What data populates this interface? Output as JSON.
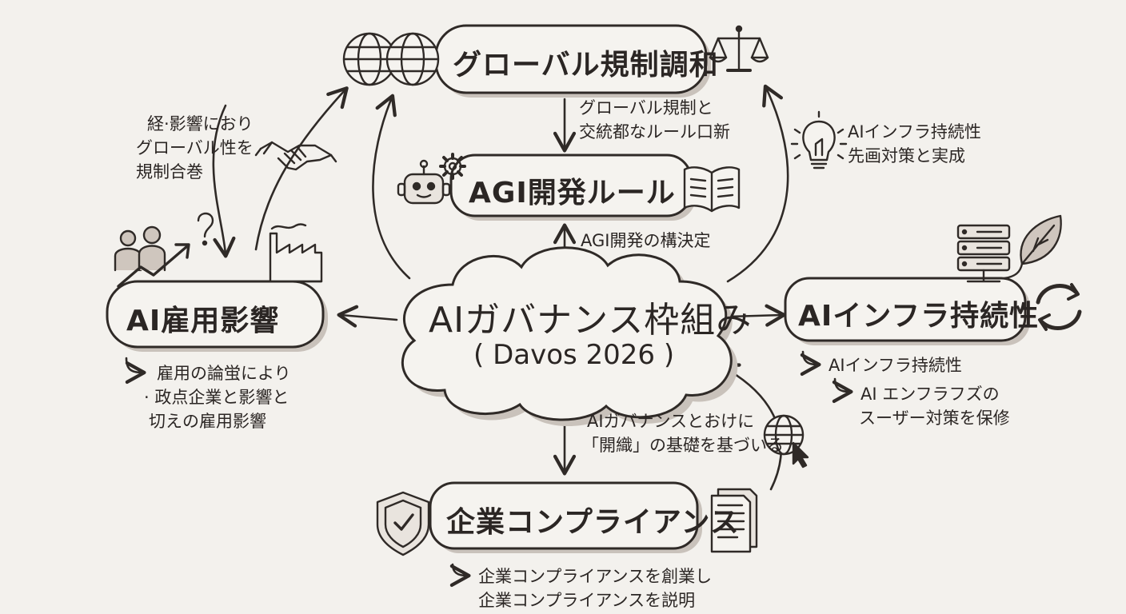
{
  "nodes": {
    "center": {
      "title": "AIガバナンス枠組み",
      "subtitle": "( Davos 2026 )"
    },
    "global": {
      "title": "グローバル規制調和"
    },
    "agi": {
      "title": "AGI開発ルール"
    },
    "employment": {
      "title": "AI雇用影響"
    },
    "infra": {
      "title": "AIインフラ持続性"
    },
    "compliance": {
      "title": "企業コンプライアンス"
    }
  },
  "edge_labels": {
    "global_to_agi": [
      "グローバル規制と",
      "交統都なルール口新"
    ],
    "center_to_agi": "AGI開発の構決定",
    "employment_to_global": [
      "経·影響におり",
      "グローバル性を",
      "規制合巻"
    ],
    "infra_to_global": [
      "AIインフラ持続性",
      "先画対策と実成"
    ],
    "center_to_compliance": [
      "AIガバナンスとおけに",
      "「開織」の基礎を基づいる"
    ]
  },
  "node_notes": {
    "employment": [
      "雇用の論蛍により",
      "· 政点企業と影響と",
      "切えの雇用影響"
    ],
    "infra": [
      "AIインフラ持続性",
      "AI エンフラフズの",
      "スーザー対策を保修"
    ],
    "compliance": [
      "企業コンプライアンスを創業し",
      "企業コンプライアンスを説明"
    ]
  },
  "icons": [
    "globe-icon",
    "scales-icon",
    "handshake-icon",
    "lightbulb-icon",
    "robot-icon",
    "gear-icon",
    "book-icon",
    "people-icon",
    "rising-arrow-icon",
    "question-icon",
    "factory-icon",
    "server-icon",
    "leaf-icon",
    "cycle-arrows-icon",
    "shield-check-icon",
    "document-icon",
    "globe-cursor-icon"
  ]
}
